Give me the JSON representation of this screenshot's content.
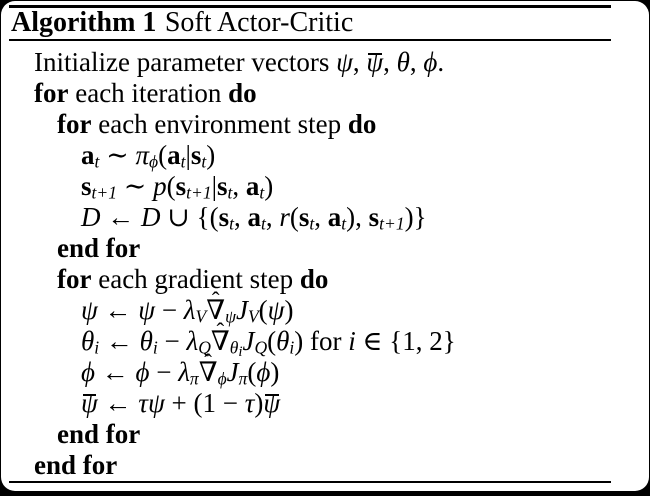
{
  "frame": {
    "outer_background": "#000000",
    "card_background": "#ffffff",
    "rule_color": "#000000",
    "text_color": "#000000"
  },
  "algorithm": {
    "header": {
      "label": "Algorithm 1",
      "title": "Soft Actor-Critic"
    },
    "lines": [
      {
        "indent": 1,
        "tokens": [
          {
            "t": "Initialize parameter vectors "
          },
          {
            "t": "ψ",
            "s": "it"
          },
          {
            "t": ", "
          },
          {
            "t": "ψ",
            "s": "it",
            "bar": true
          },
          {
            "t": ", "
          },
          {
            "t": "θ",
            "s": "it"
          },
          {
            "t": ", "
          },
          {
            "t": "ϕ",
            "s": "it"
          },
          {
            "t": "."
          }
        ]
      },
      {
        "indent": 1,
        "tokens": [
          {
            "t": "for",
            "s": "bf"
          },
          {
            "t": " each iteration "
          },
          {
            "t": "do",
            "s": "bf"
          }
        ]
      },
      {
        "indent": 2,
        "tokens": [
          {
            "t": "for",
            "s": "bf"
          },
          {
            "t": " each environment step "
          },
          {
            "t": "do",
            "s": "bf"
          }
        ]
      },
      {
        "indent": 3,
        "tokens": [
          {
            "t": "a",
            "s": "mbf"
          },
          {
            "t": "t",
            "s": "it sub"
          },
          {
            "t": " ∼ "
          },
          {
            "t": "π",
            "s": "it"
          },
          {
            "t": "ϕ",
            "s": "it sub"
          },
          {
            "t": "("
          },
          {
            "t": "a",
            "s": "mbf"
          },
          {
            "t": "t",
            "s": "it sub"
          },
          {
            "t": "|"
          },
          {
            "t": "s",
            "s": "mbf"
          },
          {
            "t": "t",
            "s": "it sub"
          },
          {
            "t": ")"
          }
        ]
      },
      {
        "indent": 3,
        "tokens": [
          {
            "t": "s",
            "s": "mbf"
          },
          {
            "t": "t+1",
            "s": "it sub"
          },
          {
            "t": " ∼ "
          },
          {
            "t": "p",
            "s": "it"
          },
          {
            "t": "("
          },
          {
            "t": "s",
            "s": "mbf"
          },
          {
            "t": "t+1",
            "s": "it sub"
          },
          {
            "t": "|"
          },
          {
            "t": "s",
            "s": "mbf"
          },
          {
            "t": "t",
            "s": "it sub"
          },
          {
            "t": ", "
          },
          {
            "t": "a",
            "s": "mbf"
          },
          {
            "t": "t",
            "s": "it sub"
          },
          {
            "t": ")"
          }
        ]
      },
      {
        "indent": 3,
        "tokens": [
          {
            "t": "D",
            "s": "cal"
          },
          {
            "t": " ← "
          },
          {
            "t": "D",
            "s": "cal"
          },
          {
            "t": " ∪ {("
          },
          {
            "t": "s",
            "s": "mbf"
          },
          {
            "t": "t",
            "s": "it sub"
          },
          {
            "t": ", "
          },
          {
            "t": "a",
            "s": "mbf"
          },
          {
            "t": "t",
            "s": "it sub"
          },
          {
            "t": ", "
          },
          {
            "t": "r",
            "s": "it"
          },
          {
            "t": "("
          },
          {
            "t": "s",
            "s": "mbf"
          },
          {
            "t": "t",
            "s": "it sub"
          },
          {
            "t": ", "
          },
          {
            "t": "a",
            "s": "mbf"
          },
          {
            "t": "t",
            "s": "it sub"
          },
          {
            "t": ")"
          },
          {
            "t": ", "
          },
          {
            "t": "s",
            "s": "mbf"
          },
          {
            "t": "t+1",
            "s": "it sub"
          },
          {
            "t": ")}"
          }
        ]
      },
      {
        "indent": 2,
        "tokens": [
          {
            "t": "end for",
            "s": "bf"
          }
        ]
      },
      {
        "indent": 2,
        "tokens": [
          {
            "t": "for",
            "s": "bf"
          },
          {
            "t": " each gradient step "
          },
          {
            "t": "do",
            "s": "bf"
          }
        ]
      },
      {
        "indent": 3,
        "tokens": [
          {
            "t": "ψ",
            "s": "it"
          },
          {
            "t": " ← "
          },
          {
            "t": "ψ",
            "s": "it"
          },
          {
            "t": " − "
          },
          {
            "t": "λ",
            "s": "it"
          },
          {
            "t": "V",
            "s": "it sub"
          },
          {
            "t": "∇",
            "s": "it",
            "hat": "ˆ"
          },
          {
            "t": "ψ",
            "s": "it sub"
          },
          {
            "t": "J",
            "s": "it"
          },
          {
            "t": "V",
            "s": "it sub"
          },
          {
            "t": "("
          },
          {
            "t": "ψ",
            "s": "it"
          },
          {
            "t": ")"
          }
        ]
      },
      {
        "indent": 3,
        "tokens": [
          {
            "t": "θ",
            "s": "it"
          },
          {
            "t": "i",
            "s": "it sub"
          },
          {
            "t": " ← "
          },
          {
            "t": "θ",
            "s": "it"
          },
          {
            "t": "i",
            "s": "it sub"
          },
          {
            "t": " − "
          },
          {
            "t": "λ",
            "s": "it"
          },
          {
            "t": "Q",
            "s": "it sub"
          },
          {
            "t": "∇",
            "s": "it",
            "hat": "ˆ"
          },
          {
            "t": "θ",
            "s": "it sub"
          },
          {
            "t": "i",
            "s": "it sub2"
          },
          {
            "t": "J",
            "s": "it"
          },
          {
            "t": "Q",
            "s": "it sub"
          },
          {
            "t": "("
          },
          {
            "t": "θ",
            "s": "it"
          },
          {
            "t": "i",
            "s": "it sub"
          },
          {
            "t": ")"
          },
          {
            "t": " for "
          },
          {
            "t": "i",
            "s": "it"
          },
          {
            "t": " ∈ {1, 2}"
          }
        ]
      },
      {
        "indent": 3,
        "tokens": [
          {
            "t": "ϕ",
            "s": "it"
          },
          {
            "t": " ← "
          },
          {
            "t": "ϕ",
            "s": "it"
          },
          {
            "t": " − "
          },
          {
            "t": "λ",
            "s": "it"
          },
          {
            "t": "π",
            "s": "it sub"
          },
          {
            "t": "∇",
            "s": "it",
            "hat": "ˆ"
          },
          {
            "t": "ϕ",
            "s": "it sub"
          },
          {
            "t": "J",
            "s": "it"
          },
          {
            "t": "π",
            "s": "it sub"
          },
          {
            "t": "("
          },
          {
            "t": "ϕ",
            "s": "it"
          },
          {
            "t": ")"
          }
        ]
      },
      {
        "indent": 3,
        "tokens": [
          {
            "t": "ψ",
            "s": "it",
            "bar": true
          },
          {
            "t": " ← "
          },
          {
            "t": "τ",
            "s": "it"
          },
          {
            "t": "ψ",
            "s": "it"
          },
          {
            "t": " + (1 − "
          },
          {
            "t": "τ",
            "s": "it"
          },
          {
            "t": ")"
          },
          {
            "t": "ψ",
            "s": "it",
            "bar": true
          }
        ]
      },
      {
        "indent": 2,
        "tokens": [
          {
            "t": "end for",
            "s": "bf"
          }
        ]
      },
      {
        "indent": 1,
        "tokens": [
          {
            "t": "end for",
            "s": "bf"
          }
        ]
      }
    ]
  }
}
